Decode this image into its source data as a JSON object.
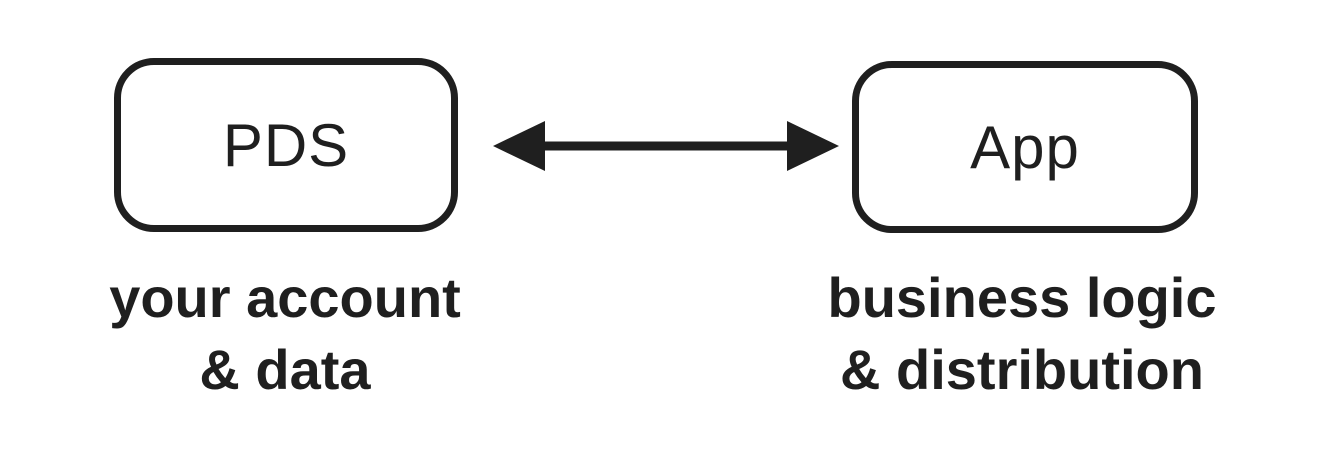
{
  "diagram": {
    "nodes": {
      "pds": {
        "label": "PDS",
        "caption_line1": "your account",
        "caption_line2": "& data"
      },
      "app": {
        "label": "App",
        "caption_line1": "business logic",
        "caption_line2": "& distribution"
      }
    },
    "connector": {
      "name": "bidirectional-arrow",
      "from": "PDS",
      "to": "App",
      "direction": "both"
    },
    "colors": {
      "ink": "#1f1f1f",
      "background": "#ffffff"
    }
  }
}
